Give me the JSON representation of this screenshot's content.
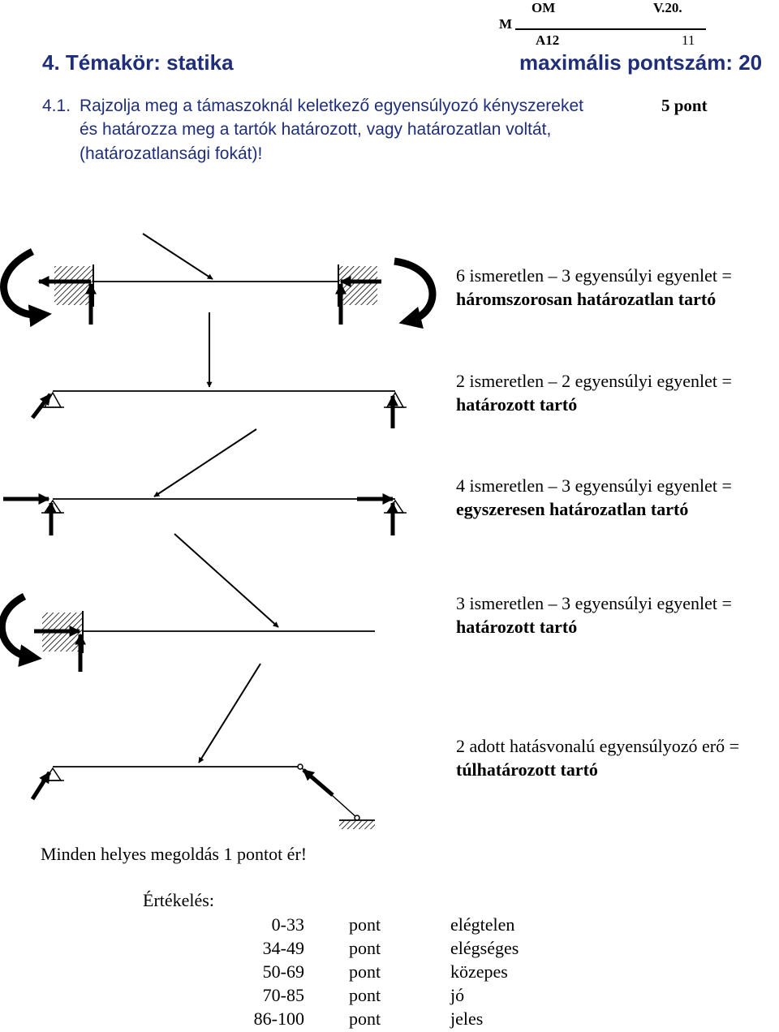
{
  "header": {
    "m": "M",
    "om": "OM",
    "version": "V.20.",
    "code": "A12",
    "page": "11"
  },
  "title": {
    "topic": "4. Témakör: statika",
    "max_points": "maximális pontszám: 20"
  },
  "task": {
    "number": "4.1.",
    "line1": "Rajzolja meg a támaszoknál keletkező egyensúlyozó kényszereket",
    "line2": "és határozza meg a tartók határozott, vagy határozatlan voltát,",
    "line3": "(határozatlansági fokát)!",
    "points": "5 pont"
  },
  "cases": [
    {
      "line1": "6 ismeretlen – 3 egyensúlyi egyenlet =",
      "line2": "háromszorosan határozatlan tartó"
    },
    {
      "line1": "2 ismeretlen – 2 egyensúlyi egyenlet =",
      "line2": "határozott tartó"
    },
    {
      "line1": "4 ismeretlen – 3 egyensúlyi egyenlet =",
      "line2": "egyszeresen határozatlan tartó"
    },
    {
      "line1": "3 ismeretlen – 3 egyensúlyi egyenlet =",
      "line2": "határozott tartó"
    },
    {
      "line1": "2 adott hatásvonalú egyensúlyozó erő =",
      "line2": "túlhatározott tartó"
    }
  ],
  "footer": {
    "note": "Minden helyes megoldás 1 pontot ér!",
    "grading_label": "Értékelés:"
  },
  "grading": [
    {
      "range": "0-33",
      "unit": "pont",
      "grade": "elégtelen"
    },
    {
      "range": "34-49",
      "unit": "pont",
      "grade": "elégséges"
    },
    {
      "range": "50-69",
      "unit": "pont",
      "grade": "közepes"
    },
    {
      "range": "70-85",
      "unit": "pont",
      "grade": "jó"
    },
    {
      "range": "86-100",
      "unit": "pont",
      "grade": "jeles"
    }
  ]
}
